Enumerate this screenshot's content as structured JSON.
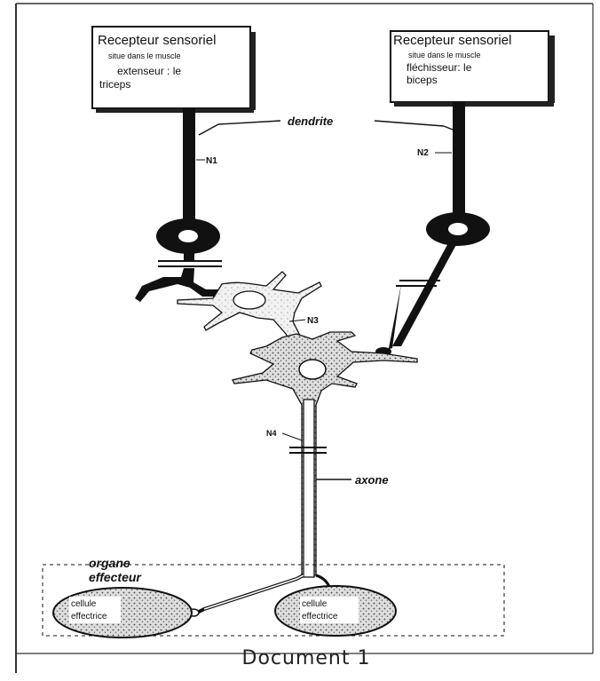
{
  "diagram": {
    "receptor_left": {
      "title": "Recepteur sensoriel",
      "line1": "situe dans le muscle",
      "line2": "extenseur : le",
      "line3": "triceps"
    },
    "receptor_right": {
      "title": "Recepteur sensoriel",
      "line1": "situe dans le muscle",
      "line2": "fléchisseur: le",
      "line3": "biceps"
    },
    "labels": {
      "dendrite": "dendrite",
      "n1": "N1",
      "n2": "N2",
      "n3": "N3",
      "n4": "N4",
      "axone": "axone",
      "organe": "organe",
      "effecteur": "effecteur",
      "cell_left_1": "cellule",
      "cell_left_2": "effectrice",
      "cell_right_1": "cellule",
      "cell_right_2": "effectrice"
    },
    "caption": "Document 1"
  },
  "colors": {
    "ink": "#111111",
    "paper": "#ffffff",
    "stipple": "#555555"
  }
}
